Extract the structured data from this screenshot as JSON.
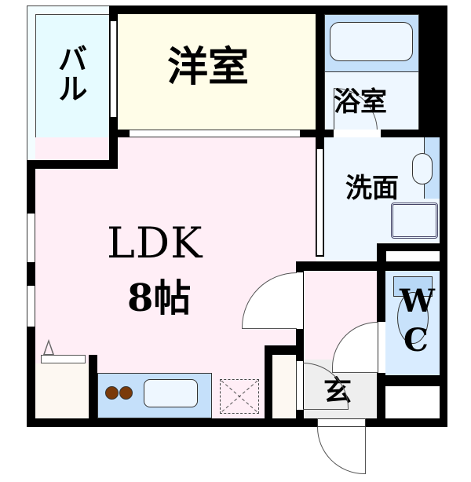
{
  "floorplan": {
    "rooms": {
      "balcony": {
        "label": "バル",
        "color": "#e6fbff"
      },
      "western_room": {
        "label": "洋室",
        "color": "#fffde8"
      },
      "bathroom": {
        "label": "浴室",
        "color": "#eef7ff",
        "tub_color": "#c5e0fa"
      },
      "washroom": {
        "label": "洗面",
        "color": "#eef7ff"
      },
      "ldk": {
        "label": "LDK",
        "size": "8帖",
        "color": "#ffeef6"
      },
      "wc": {
        "label_line1": "W",
        "label_line2": "C",
        "color": "#d9ecff"
      },
      "entrance": {
        "label": "玄",
        "color": "#eeeeee"
      }
    },
    "kitchen": {
      "counter_color": "#c5e0fa",
      "burner_color": "#7a3a0a",
      "burners": 2
    },
    "colors": {
      "wall": "#000000",
      "storage": "#fdf8f2"
    }
  }
}
